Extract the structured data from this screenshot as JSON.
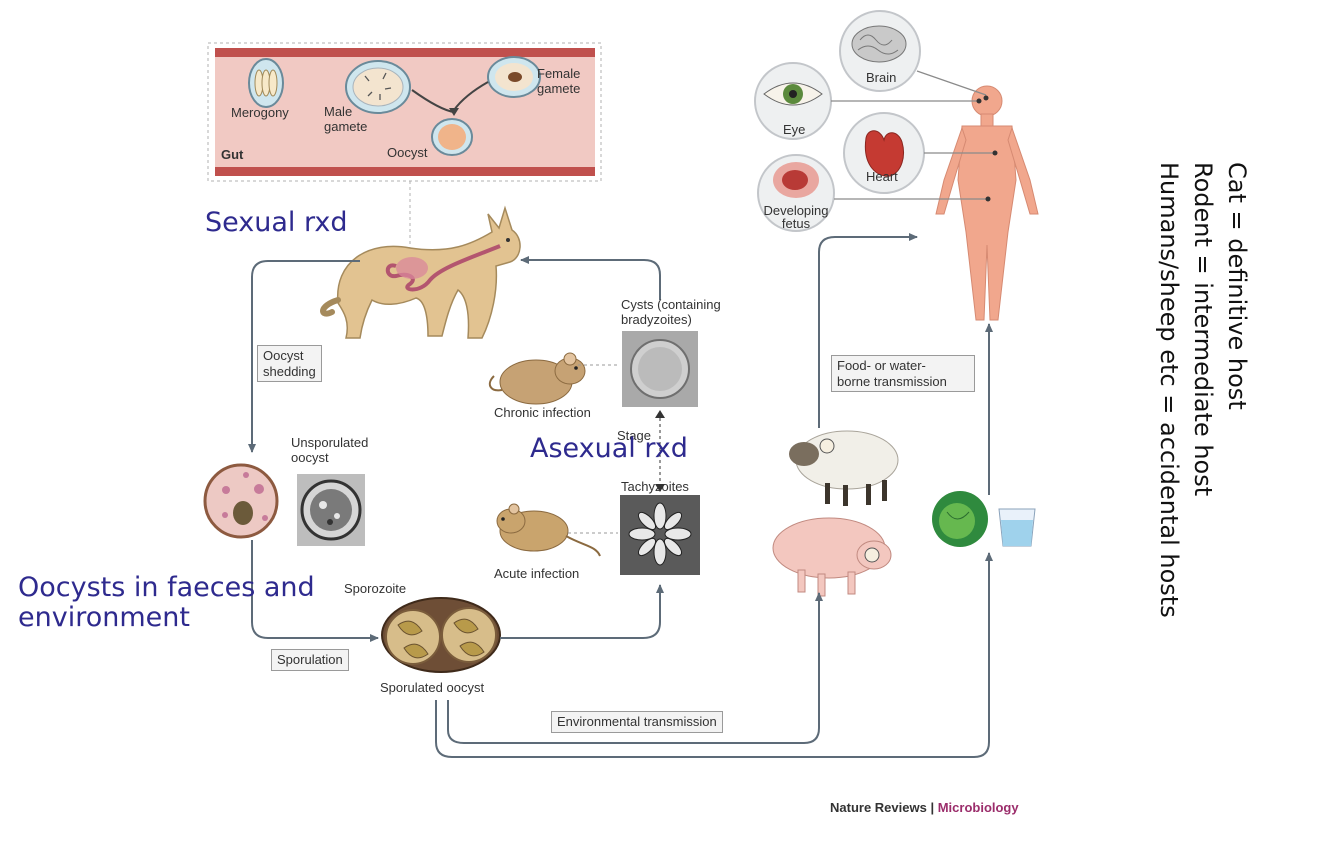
{
  "gut_panel": {
    "merogony": "Merogony",
    "male_gamete": "Male\ngamete",
    "female_gamete": "Female\ngamete",
    "oocyst": "Oocyst",
    "gut": "Gut"
  },
  "labels": {
    "oocyst_shedding": "Oocyst\nshedding",
    "unsporulated_oocyst": "Unsporulated\noocyst",
    "sporozoite": "Sporozoite",
    "sporulation": "Sporulation",
    "sporulated_oocyst": "Sporulated oocyst",
    "cysts": "Cysts (containing\nbradyzoites)",
    "chronic_infection": "Chronic infection",
    "stage": "Stage",
    "tachyzoites": "Tachyzoites",
    "acute_infection": "Acute infection",
    "environmental_transmission": "Environmental transmission",
    "food_water_transmission": "Food- or water-\nborne transmission",
    "brain": "Brain",
    "eye": "Eye",
    "heart": "Heart",
    "developing_fetus": "Developing\nfetus"
  },
  "credit": {
    "journal": "Nature Reviews",
    "separator": "|",
    "section": "Microbiology"
  },
  "annotations": {
    "sexual": "Sexual rxd",
    "asexual": "Asexual rxd",
    "oocysts_env": "Oocysts in faeces and\nenvironment"
  },
  "hosts": {
    "cat": "Cat = definitive host",
    "rodent": "Rodent = intermediate host",
    "humans": "Humans/sheep etc = accidental hosts"
  },
  "colors": {
    "annotation": "#2e2a8e",
    "arrow": "#5d6b78",
    "credit_accent": "#9b2d6b",
    "gut_wall": "#c0504d"
  }
}
